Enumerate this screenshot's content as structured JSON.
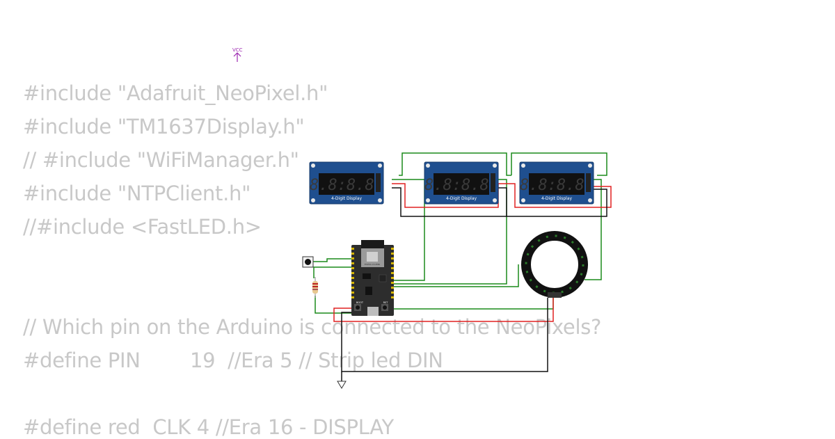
{
  "code_lines": [
    "#include \"Adafruit_NeoPixel.h\"",
    "#include \"TM1637Display.h\"",
    "// #include \"WiFiManager.h\"",
    "#include \"NTPClient.h\"",
    "//#include <FastLED.h>",
    "// Which pin on the Arduino is connected to the NeoPixels?",
    "#define PIN        19  //Era 5 // Strip led DIN",
    "#define red  CLK 4 //Era 16 - DISPLAY"
  ],
  "vcc_label": "VCC",
  "displays": [
    {
      "caption": "4-Digit Display",
      "digits": "8.8:8.8."
    },
    {
      "caption": "4-Digit Display",
      "digits": "8.8:8.8."
    },
    {
      "caption": "4-Digit Display",
      "digits": "8.8:8.8."
    }
  ],
  "board": {
    "module_label": "ESP32-C3-MINI",
    "button_boot": "BOOT",
    "button_rst": "RST"
  },
  "colors": {
    "code_text": "#c8c8c8",
    "wire_green": "#1a8a1a",
    "wire_red": "#e02020",
    "wire_black": "#111111",
    "display_blue": "#1f4f8f",
    "vcc": "#9c27b0"
  }
}
